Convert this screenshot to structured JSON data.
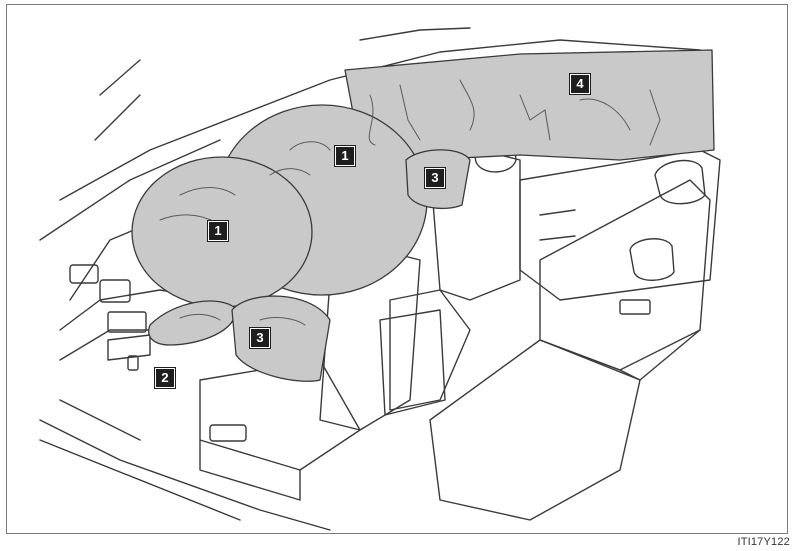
{
  "figure": {
    "callouts": [
      {
        "id": "front-airbag-driver",
        "label": "1"
      },
      {
        "id": "front-airbag-passenger",
        "label": "1"
      },
      {
        "id": "knee-airbag",
        "label": "2"
      },
      {
        "id": "side-airbag-front",
        "label": "3"
      },
      {
        "id": "side-airbag-rear",
        "label": "3"
      },
      {
        "id": "curtain-airbag",
        "label": "4"
      }
    ],
    "figure_code": "ITI17Y122"
  },
  "colors": {
    "airbag_fill": "#c9c9c9",
    "line": "#3a3a3a",
    "label_bg": "#1e1e1e",
    "label_text": "#ffffff"
  }
}
